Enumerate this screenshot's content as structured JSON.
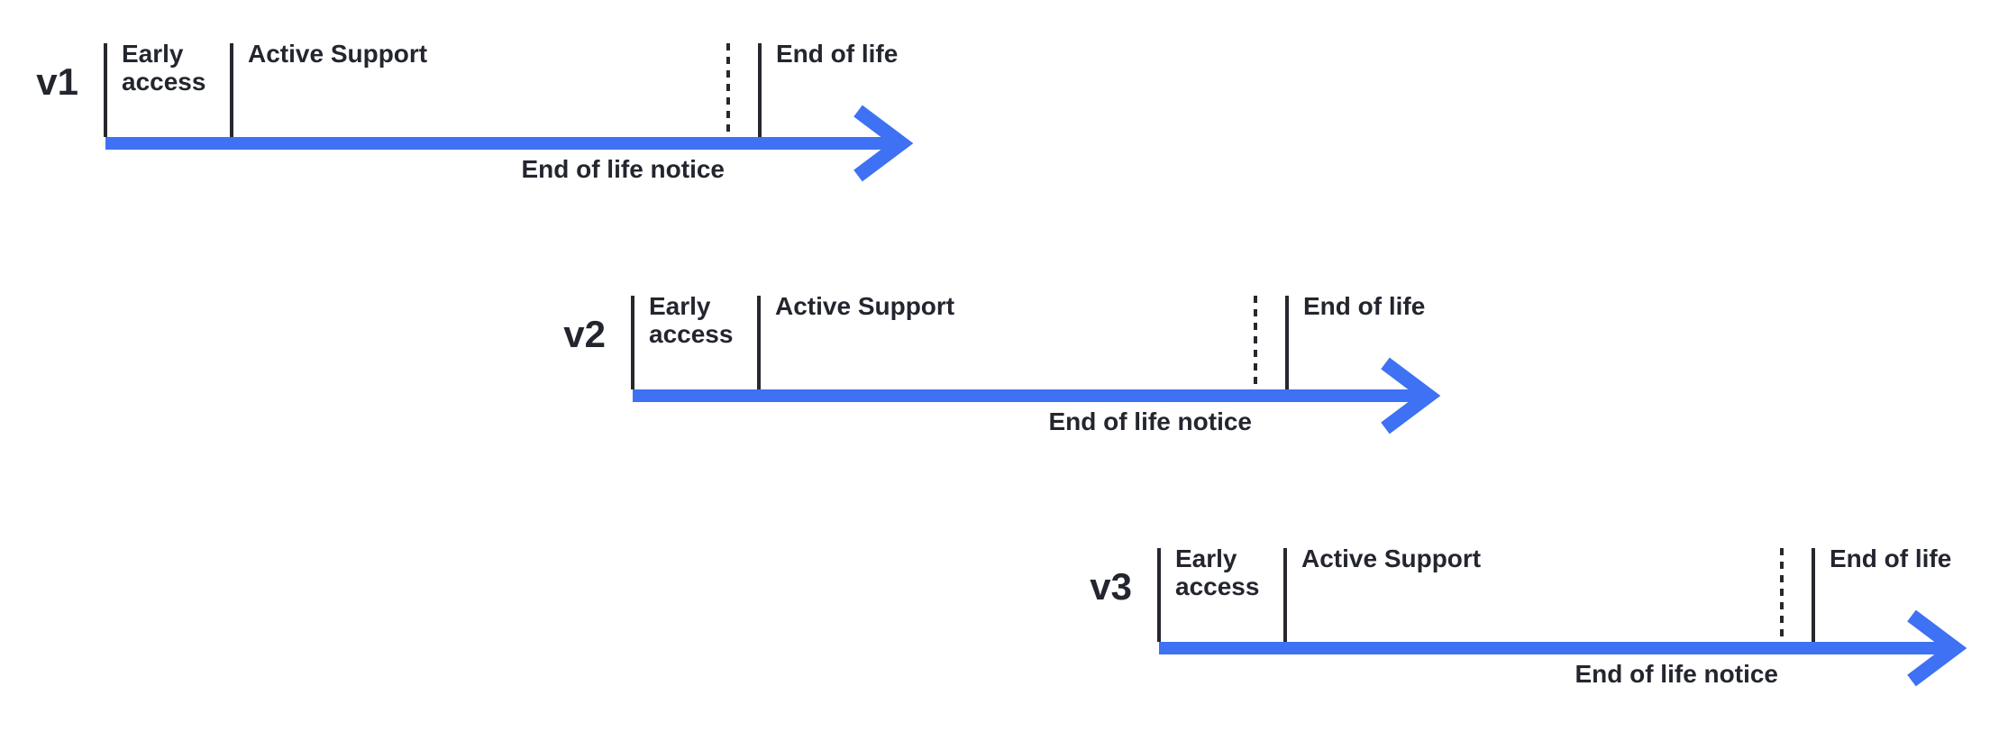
{
  "colors": {
    "background": "#FFFFFF",
    "accent_blue": "#3E71F3",
    "ink": "#23262E"
  },
  "timelines": [
    {
      "version": "v1",
      "phases": {
        "early_access": "Early access",
        "active_support": "Active Support",
        "end_of_life": "End of life"
      },
      "notice": "End of life notice"
    },
    {
      "version": "v2",
      "phases": {
        "early_access": "Early access",
        "active_support": "Active Support",
        "end_of_life": "End of life"
      },
      "notice": "End of life notice"
    },
    {
      "version": "v3",
      "phases": {
        "early_access": "Early access",
        "active_support": "Active Support",
        "end_of_life": "End of life"
      },
      "notice": "End of life notice"
    }
  ]
}
